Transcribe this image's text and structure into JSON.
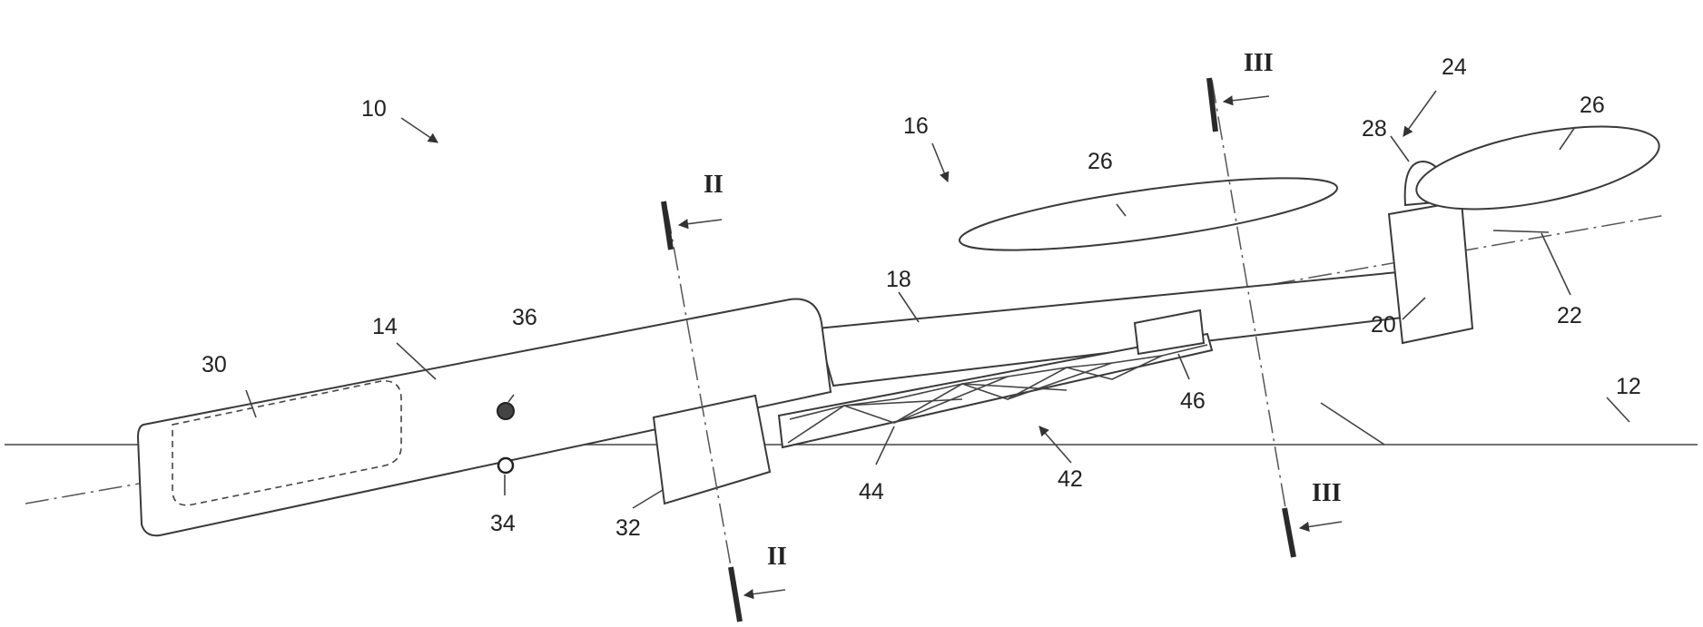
{
  "labels": {
    "n10": "10",
    "n12": "12",
    "n14": "14",
    "n16": "16",
    "n18": "18",
    "n20": "20",
    "n22": "22",
    "n24": "24",
    "n26a": "26",
    "n26b": "26",
    "n28": "28",
    "n30": "30",
    "n32": "32",
    "n34": "34",
    "n36": "36",
    "n42": "42",
    "n44": "44",
    "n46": "46"
  },
  "sections": {
    "ii_top": "II",
    "ii_bottom": "II",
    "iii_top": "III",
    "iii_bottom": "III"
  }
}
